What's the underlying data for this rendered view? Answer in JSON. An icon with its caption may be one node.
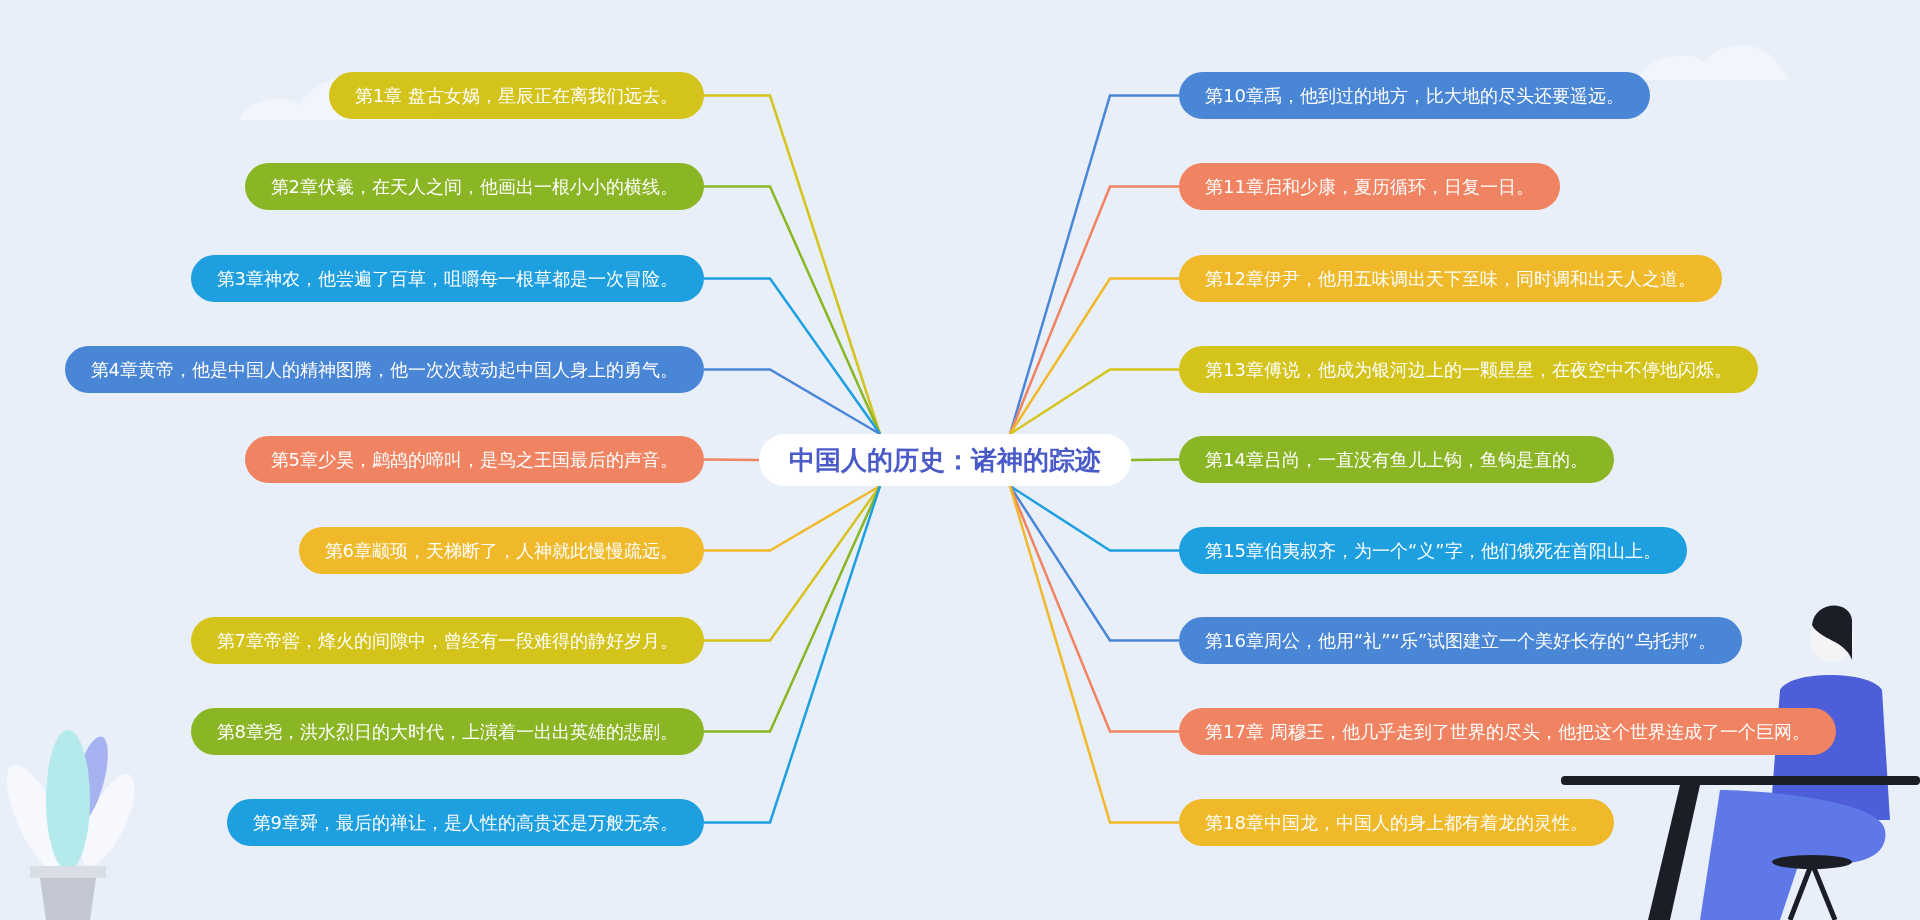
{
  "diagram": {
    "nodes": [
      {
        "text": [
          "中国人的历史：诸神的踪迹"
        ]
      },
      {
        "text": [
          "第1章 盘古女娲，星辰正在离我们远去。"
        ]
      },
      {
        "text": [
          "第2章伏羲，在天人之间，他画出一根小小的横线。"
        ]
      },
      {
        "text": [
          "第3章神农，他尝遍了百草，咀嚼每一根草都是一次冒险。"
        ]
      },
      {
        "text": [
          "第4章黄帝，他是中国人的精神图腾，他一次次鼓动起中国人身上的勇气。"
        ]
      },
      {
        "text": [
          "第5章少昊，鹧鸪的啼叫，是鸟之王国最后的声音。"
        ]
      },
      {
        "text": [
          "第6章颛顼，天梯断了，人神就此慢慢疏远。"
        ]
      },
      {
        "text": [
          "第7章帝喾，烽火的间隙中，曾经有一段难得的静好岁月。"
        ]
      },
      {
        "text": [
          "第8章尧，洪水烈日的大时代，上演着一出出英雄的悲剧。"
        ]
      },
      {
        "text": [
          "第9章舜，最后的禅让，是人性的高贵还是万般无奈。"
        ]
      },
      {
        "text": [
          "第10章禹，他到过的地方，比大地的尽头还要遥远。"
        ]
      },
      {
        "text": [
          "第11章启和少康，夏历循环，日复一日。"
        ]
      },
      {
        "text": [
          "第12章伊尹，他用五味调出天下至味，同时调和出天人之道。"
        ]
      },
      {
        "text": [
          "第13章傅说，他成为银河边上的一颗星星，在夜空中不停地闪烁。"
        ]
      },
      {
        "text": [
          "第14章吕尚，一直没有鱼儿上钩，鱼钩是直的。"
        ]
      },
      {
        "text": [
          "第15章伯夷叔齐，为一个“义”字，他们饿死在首阳山上。"
        ]
      },
      {
        "text": [
          "第16章周公，他用“礼”“乐”试图建立一个美好长存的“乌托邦”。"
        ]
      },
      {
        "text": [
          "第17章 周穆王，他几乎走到了世界的尽头，他把这个世界连成了一个巨网。"
        ]
      },
      {
        "text": [
          "第18章中国龙，中国人的身上都有着龙的灵性。"
        ]
      }
    ],
    "edges": [
      {
        "from": 0,
        "to": 1,
        "arrow": "none",
        "color": "#d4c31a"
      },
      {
        "from": 0,
        "to": 2,
        "arrow": "none",
        "color": "#8ab524"
      },
      {
        "from": 0,
        "to": 3,
        "arrow": "none",
        "color": "#1d9fe0"
      },
      {
        "from": 0,
        "to": 4,
        "arrow": "none",
        "color": "#4a86d6"
      },
      {
        "from": 0,
        "to": 5,
        "arrow": "none",
        "color": "#f08462"
      },
      {
        "from": 0,
        "to": 6,
        "arrow": "none",
        "color": "#f0b92a"
      },
      {
        "from": 0,
        "to": 7,
        "arrow": "none",
        "color": "#d4c31a"
      },
      {
        "from": 0,
        "to": 8,
        "arrow": "none",
        "color": "#8ab524"
      },
      {
        "from": 0,
        "to": 9,
        "arrow": "none",
        "color": "#1d9fe0"
      },
      {
        "from": 0,
        "to": 10,
        "arrow": "none",
        "color": "#4a86d6"
      },
      {
        "from": 0,
        "to": 11,
        "arrow": "none",
        "color": "#f08462"
      },
      {
        "from": 0,
        "to": 12,
        "arrow": "none",
        "color": "#f0b92a"
      },
      {
        "from": 0,
        "to": 13,
        "arrow": "none",
        "color": "#d4c31a"
      },
      {
        "from": 0,
        "to": 14,
        "arrow": "none",
        "color": "#8ab524"
      },
      {
        "from": 0,
        "to": 15,
        "arrow": "none",
        "color": "#1d9fe0"
      },
      {
        "from": 0,
        "to": 16,
        "arrow": "none",
        "color": "#4a86d6"
      },
      {
        "from": 0,
        "to": 17,
        "arrow": "none",
        "color": "#f08462"
      },
      {
        "from": 0,
        "to": 18,
        "arrow": "none",
        "color": "#f0b92a"
      }
    ]
  }
}
